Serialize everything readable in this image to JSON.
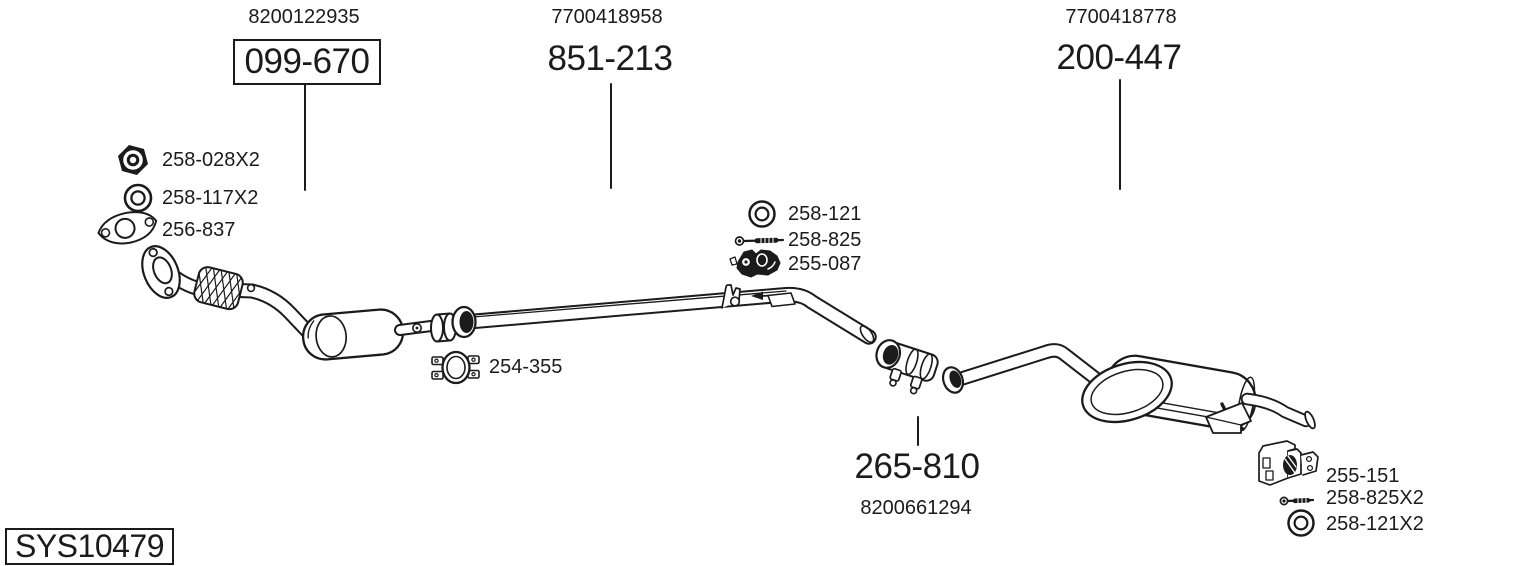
{
  "labels": {
    "front_ref": "8200122935",
    "front_part": "099-670",
    "center_ref": "7700418958",
    "center_part": "851-213",
    "rear_ref": "7700418778",
    "rear_part": "200-447",
    "coupler_part": "265-810",
    "coupler_ref": "8200661294"
  },
  "fittings": {
    "nut": "258-028X2",
    "front_washer": "258-117X2",
    "gasket": "256-837",
    "mid_washer": "258-121",
    "mid_bolt": "258-825",
    "mid_clamp": "255-087",
    "front_clamp": "254-355",
    "rear_bracket": "255-151",
    "rear_bolt": "258-825X2",
    "rear_washer": "258-121X2"
  },
  "system_code": "SYS10479",
  "icons": {
    "nut": "hex-nut-icon",
    "washer": "washer-icon",
    "gasket": "gasket-icon",
    "bolt": "bolt-icon",
    "rubber_mount": "rubber-mount-icon",
    "pipe_clamp": "pipe-clamp-icon",
    "hanger_bracket": "hanger-bracket-icon"
  },
  "colors": {
    "line": "#1b1b1b",
    "background": "#ffffff"
  }
}
